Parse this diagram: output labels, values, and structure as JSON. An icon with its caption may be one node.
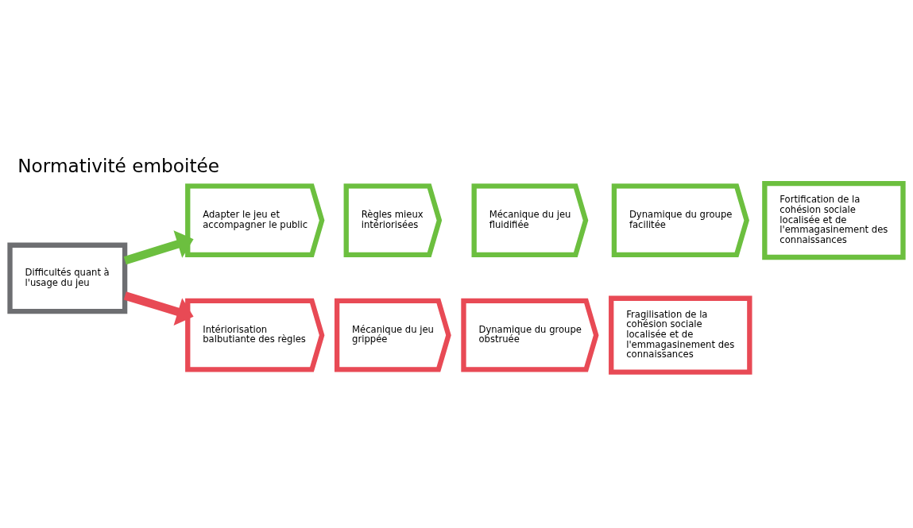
{
  "diagram": {
    "title": "Normativité emboitée",
    "nodes": [
      {
        "text": [
          "Difficultés quant à l'usage du jeu"
        ]
      },
      {
        "text": [
          "Adapter le jeu et accompagner le public"
        ]
      },
      {
        "text": [
          "Règles mieux intériorisées"
        ]
      },
      {
        "text": [
          "Mécanique du jeu fluidifiée"
        ]
      },
      {
        "text": [
          "Dynamique du groupe facilitée"
        ]
      },
      {
        "text": [
          "Fortification de la cohésion sociale localisée et de l'emmagasinement des connaissances"
        ]
      },
      {
        "text": [
          "Intériorisation balbutiante des règles"
        ]
      },
      {
        "text": [
          "Mécanique du jeu grippée"
        ]
      },
      {
        "text": [
          "Dynamique du groupe obstruée"
        ]
      },
      {
        "text": [
          "Fragilisation de la cohésion sociale localisée et de l'emmagasinement des connaissances"
        ]
      }
    ],
    "edges": [
      {
        "from": 0,
        "to": 1,
        "arrow": "to",
        "color": "#6cbf3f"
      },
      {
        "from": 0,
        "to": 6,
        "arrow": "to",
        "color": "#e84a55"
      }
    ]
  }
}
